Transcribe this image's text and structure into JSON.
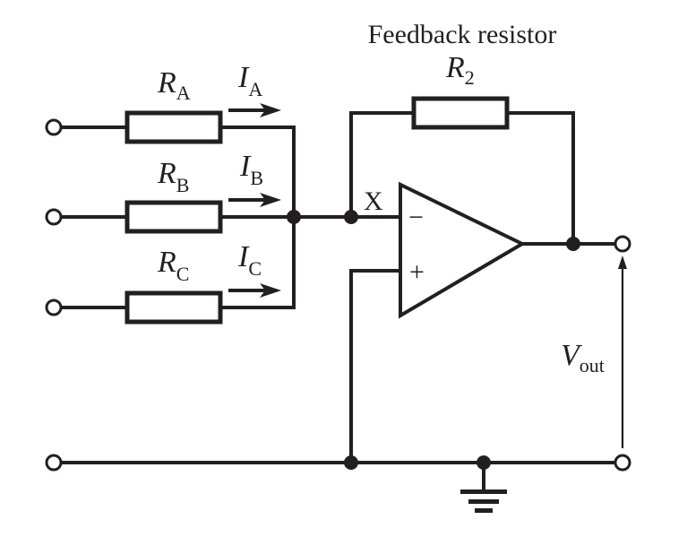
{
  "title": "Feedback resistor",
  "feedback_resistor": {
    "symbol": "R",
    "subscript": "2"
  },
  "inputs": [
    {
      "resistor_symbol": "R",
      "resistor_sub": "A",
      "current_symbol": "I",
      "current_sub": "A"
    },
    {
      "resistor_symbol": "R",
      "resistor_sub": "B",
      "current_symbol": "I",
      "current_sub": "B"
    },
    {
      "resistor_symbol": "R",
      "resistor_sub": "C",
      "current_symbol": "I",
      "current_sub": "C"
    }
  ],
  "node_label": "X",
  "opamp": {
    "inverting_sign": "−",
    "noninverting_sign": "+"
  },
  "output": {
    "symbol": "V",
    "subscript": "out"
  },
  "colors": {
    "ink": "#231f20",
    "background": "#ffffff"
  }
}
